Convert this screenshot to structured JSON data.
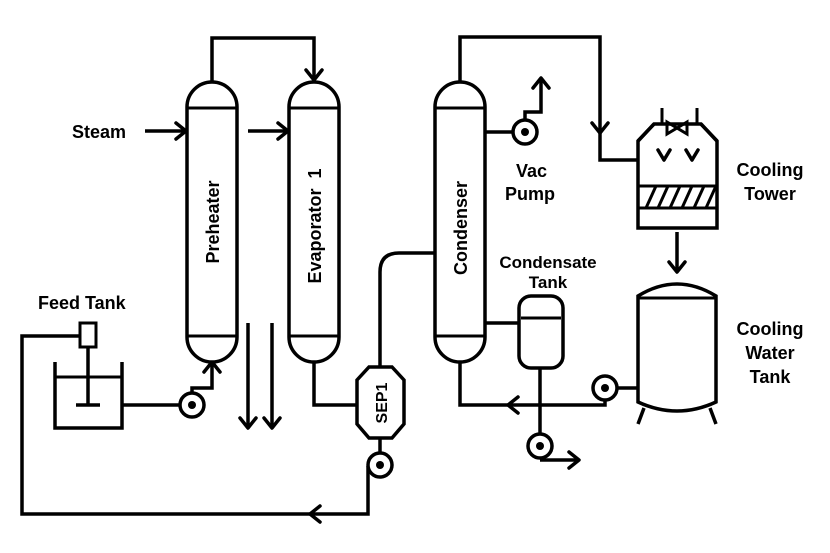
{
  "labels": {
    "steam": "Steam",
    "feed_tank": "Feed Tank",
    "preheater": "Preheater",
    "evaporator": "Evaporator  1",
    "condenser": "Condenser",
    "sep": "SEP1",
    "vac_pump_line1": "Vac",
    "vac_pump_line2": "Pump",
    "condensate_tank_line1": "Condensate",
    "condensate_tank_line2": "Tank",
    "cooling_tower_line1": "Cooling",
    "cooling_tower_line2": "Tower",
    "cooling_water_tank_line1": "Cooling",
    "cooling_water_tank_line2": "Water",
    "cooling_water_tank_line3": "Tank"
  },
  "colors": {
    "line": "#000000",
    "background": "#ffffff"
  }
}
